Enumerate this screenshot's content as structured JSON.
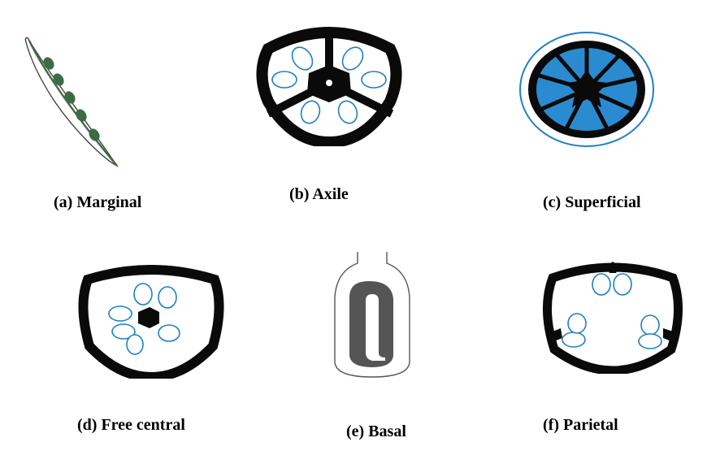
{
  "captions": {
    "marginal": "(a) Marginal",
    "axile": "(b) Axile",
    "superficial": "(c) Superficial",
    "free_central": "(d) Free central",
    "basal": "(e) Basal",
    "parietal": "(f) Parietal"
  },
  "colors": {
    "wall": "#0a0a0a",
    "ovule": "#1f7fc4",
    "ovule_fill": "#ffffff",
    "pod_seed": "#3e6b45",
    "basal_body": "#555555",
    "superficial_fill": "#2a8bd0"
  }
}
